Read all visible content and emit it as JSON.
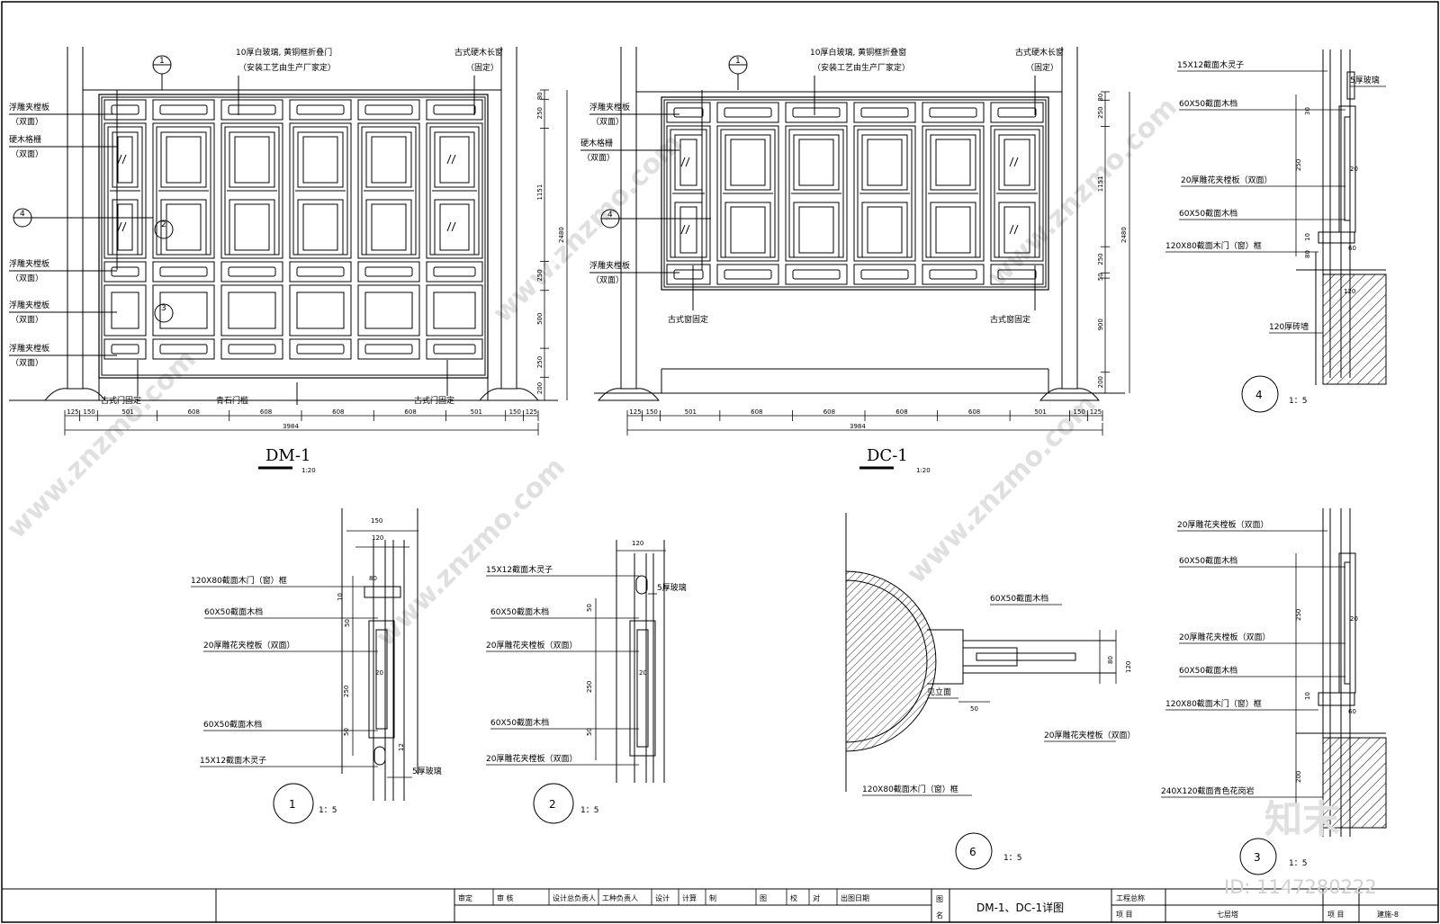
{
  "drawing": {
    "main_title": "DM-1、DC-1详图",
    "project_label": "工程总称",
    "project_value": "七层塔",
    "item_label": "项    目",
    "drawing_label_1": "图",
    "drawing_label_2": "名",
    "sheet_label": "项  目",
    "sheet_no": "建施-8"
  },
  "title_block": {
    "cells": [
      "审定",
      "审    核",
      "设计总负责人",
      "工种负责人",
      "设计",
      "计算",
      "制",
      "图",
      "校",
      "对",
      "出图日期"
    ]
  },
  "views": {
    "dm1": {
      "title": "DM-1",
      "scale": "1:20"
    },
    "dc1": {
      "title": "DC-1",
      "scale": "1:20"
    }
  },
  "dm1_labels": {
    "top_center": "10厚白玻璃, 黄铜框折叠门",
    "top_center2": "（安装工艺由生产厂家定）",
    "top_right": "古式硬木长窗",
    "top_right2": "（固定）",
    "left1": "浮雕夹樘板",
    "left1b": "（双面）",
    "left2": "硬木格栅",
    "left2b": "（双面）",
    "left3": "浮雕夹樘板",
    "left3b": "（双面）",
    "left4": "浮雕夹樘板",
    "left4b": "（双面）",
    "left5": "浮雕夹樘板",
    "left5b": "（双面）",
    "bottom_left": "古式门固定",
    "bottom_mid": "青石门槛",
    "bottom_right": "古式门固定"
  },
  "dc1_labels": {
    "top_center": "10厚白玻璃, 黄铜框折叠窗",
    "top_center2": "（安装工艺由生产厂家定）",
    "top_right": "古式硬木长窗",
    "top_right2": "（固定）",
    "left1": "浮雕夹樘板",
    "left1b": "（双面）",
    "left2": "硬木格栅",
    "left2b": "（双面）",
    "left3": "浮雕夹樘板",
    "left3b": "（双面）",
    "bottom_left": "古式窗固定",
    "bottom_right": "古式窗固定"
  },
  "dims": {
    "bottom_row": [
      "125",
      "150",
      "501",
      "608",
      "608",
      "608",
      "608",
      "501",
      "150",
      "125"
    ],
    "total": "3984",
    "dm1_right": [
      "80",
      "250",
      "1151",
      "250",
      "500",
      "250",
      "200"
    ],
    "dm1_total": "2480",
    "dc1_right": [
      "80",
      "250",
      "1151",
      "250",
      "50",
      "900",
      "200"
    ],
    "dc1_total": "2480"
  },
  "detail1": {
    "number": "1",
    "scale": "1：5",
    "labels": [
      "120X80截面木门（窗）框",
      "60X50截面木档",
      "20厚雕花夹樘板（双面）",
      "60X50截面木档",
      "15X12截面木灵子",
      "5厚玻璃"
    ],
    "dims": [
      "150",
      "120",
      "80",
      "10",
      "50",
      "250",
      "50",
      "12",
      "20"
    ]
  },
  "detail2": {
    "number": "2",
    "scale": "1：5",
    "labels": [
      "15X12截面木灵子",
      "5厚玻璃",
      "60X50截面木档",
      "20厚雕花夹樘板（双面）",
      "60X50截面木档",
      "20厚雕花夹樘板（双面）"
    ],
    "dims": [
      "120",
      "50",
      "250",
      "50",
      "20"
    ]
  },
  "detail3": {
    "number": "3",
    "scale": "1：5",
    "labels": [
      "20厚雕花夹樘板（双面）",
      "60X50截面木档",
      "20厚雕花夹樘板（双面）",
      "60X50截面木档",
      "120X80截面木门（窗）框",
      "240X120截面青色花岗岩"
    ],
    "dims": [
      "250",
      "20",
      "10",
      "60",
      "200"
    ]
  },
  "detail4": {
    "number": "4",
    "scale": "1：5",
    "labels": [
      "15X12截面木灵子",
      "5厚玻璃",
      "60X50截面木档",
      "20厚雕花夹樘板（双面）",
      "60X50截面木档",
      "120X80截面木门（窗）框",
      "120厚砖墙"
    ],
    "dims": [
      "30",
      "250",
      "20",
      "10",
      "60",
      "80",
      "120"
    ]
  },
  "detail6": {
    "number": "6",
    "scale": "1：5",
    "labels": [
      "60X50截面木档",
      "20厚雕花夹樘板（双面）",
      "120X80截面木门（窗）框",
      "见立面"
    ],
    "dims": [
      "120",
      "80",
      "50"
    ]
  },
  "markers": {
    "m1": "1",
    "m2": "2",
    "m3": "3",
    "m4": "4"
  },
  "watermark": {
    "text": "www.znzmo.com",
    "brand": "知末",
    "id": "ID: 1147280222"
  }
}
